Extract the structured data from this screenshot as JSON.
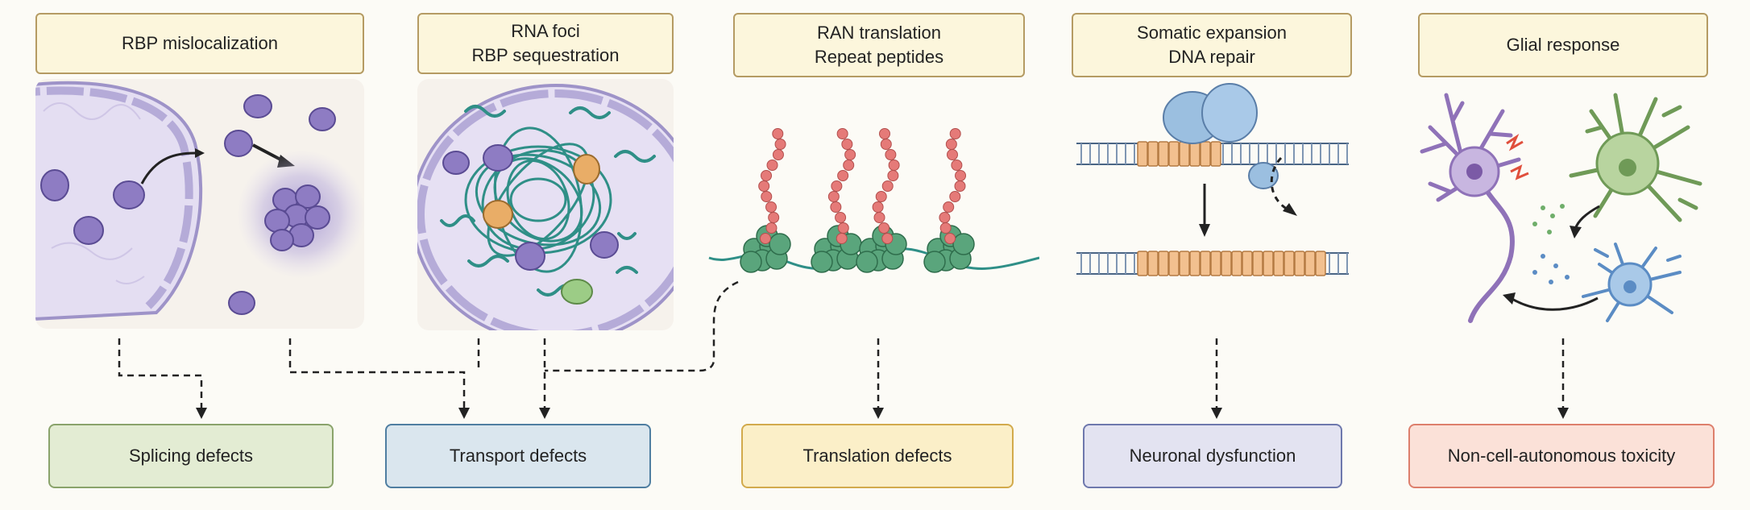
{
  "mechanisms": [
    {
      "id": "rbp",
      "title": "RBP mislocalization"
    },
    {
      "id": "foci",
      "title": "RNA foci\nRBP sequestration"
    },
    {
      "id": "ran",
      "title": "RAN translation\nRepeat peptides"
    },
    {
      "id": "somatic",
      "title": "Somatic expansion\nDNA repair"
    },
    {
      "id": "glial",
      "title": "Glial response"
    }
  ],
  "outcomes": [
    {
      "id": "splicing",
      "label": "Splicing defects",
      "fill": "#e3ecd3",
      "border": "#8aa36b"
    },
    {
      "id": "transport",
      "label": "Transport defects",
      "fill": "#dae6ee",
      "border": "#4f7ea1"
    },
    {
      "id": "translation",
      "label": "Translation defects",
      "fill": "#fbefc8",
      "border": "#d2aa4c"
    },
    {
      "id": "neuronal",
      "label": "Neuronal dysfunction",
      "fill": "#e3e3f1",
      "border": "#6e78ad"
    },
    {
      "id": "noncell",
      "label": "Non-cell-autonomous toxicity",
      "fill": "#fbe1d8",
      "border": "#dd7f6c"
    }
  ],
  "colors": {
    "title_fill": "#fcf6dc",
    "title_border": "#b59b63",
    "protein_purple": "#8e7cc3",
    "rna_teal": "#2f8f87",
    "ribosome_green": "#5aa57c",
    "peptide_red": "#e57a78",
    "dna_orange": "#f2c08f",
    "repair_blue": "#9bbfe0",
    "arrow": "#222222"
  }
}
